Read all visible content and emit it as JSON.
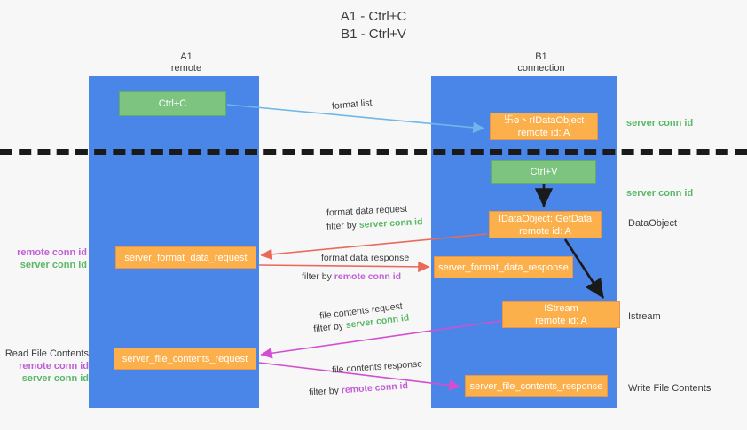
{
  "title": {
    "line1": "A1 - Ctrl+C",
    "line2": "B1 - Ctrl+V"
  },
  "columns": {
    "left": {
      "name": "A1",
      "role": "remote"
    },
    "right": {
      "name": "B1",
      "role": "connection"
    }
  },
  "nodes": {
    "ctrl_c": {
      "line1": "Ctrl+C",
      "line2": "",
      "kind": "action"
    },
    "dataobject_create": {
      "line1": "࿕ⱺ丶rIDataObject",
      "line2": "remote id: A",
      "kind": "message"
    },
    "ctrl_v": {
      "line1": "Ctrl+V",
      "line2": "",
      "kind": "action"
    },
    "getdata": {
      "line1": "IDataObject::GetData",
      "line2": "remote id: A",
      "kind": "message"
    },
    "format_data_request": {
      "line1": "server_format_data_request",
      "line2": "",
      "kind": "message"
    },
    "format_data_response": {
      "line1": "server_format_data_response",
      "line2": "",
      "kind": "message"
    },
    "istream": {
      "line1": "IStream",
      "line2": "remote id: A",
      "kind": "message"
    },
    "file_contents_request": {
      "line1": "server_file_contents_request",
      "line2": "",
      "kind": "message"
    },
    "file_contents_response": {
      "line1": "server_file_contents_response",
      "line2": "",
      "kind": "message"
    }
  },
  "edge_labels": {
    "format_list": "format list",
    "format_data_request": "format data request",
    "format_data_request_filter_prefix": "filter by ",
    "format_data_request_filter_value": "server conn id",
    "format_data_response": "format data response",
    "format_data_response_filter_prefix": "filter by ",
    "format_data_response_filter_value": "remote conn id",
    "file_contents_request": "file contents request",
    "file_contents_request_filter_prefix": "filter by ",
    "file_contents_request_filter_value": "server conn id",
    "file_contents_response": "file contents response",
    "file_contents_response_filter_prefix": "filter by ",
    "file_contents_response_filter_value": "remote conn id"
  },
  "annotations": {
    "left_format": {
      "remote": "remote conn id",
      "server": "server conn id"
    },
    "left_file": {
      "heading": "Read File Contents",
      "remote": "remote conn id",
      "server": "server conn id"
    },
    "right_top_server": "server conn id",
    "right_paste_server": "server conn id",
    "right_dataobject": "DataObject",
    "right_istream": "Istream",
    "right_write_file": "Write File Contents"
  },
  "colors": {
    "lane": "#4a86e8",
    "message_box": "#fbb04c",
    "action_box": "#7cc47f",
    "server_conn_id": "#59b866",
    "remote_conn_id": "#c15fd6",
    "arrow_copy": "#6fb7e8",
    "arrow_format": "#ea6a5a",
    "arrow_file": "#d24fd2",
    "arrow_internal": "#1a1a1a",
    "divider": "#1a1a1a",
    "background": "#f7f7f7"
  }
}
